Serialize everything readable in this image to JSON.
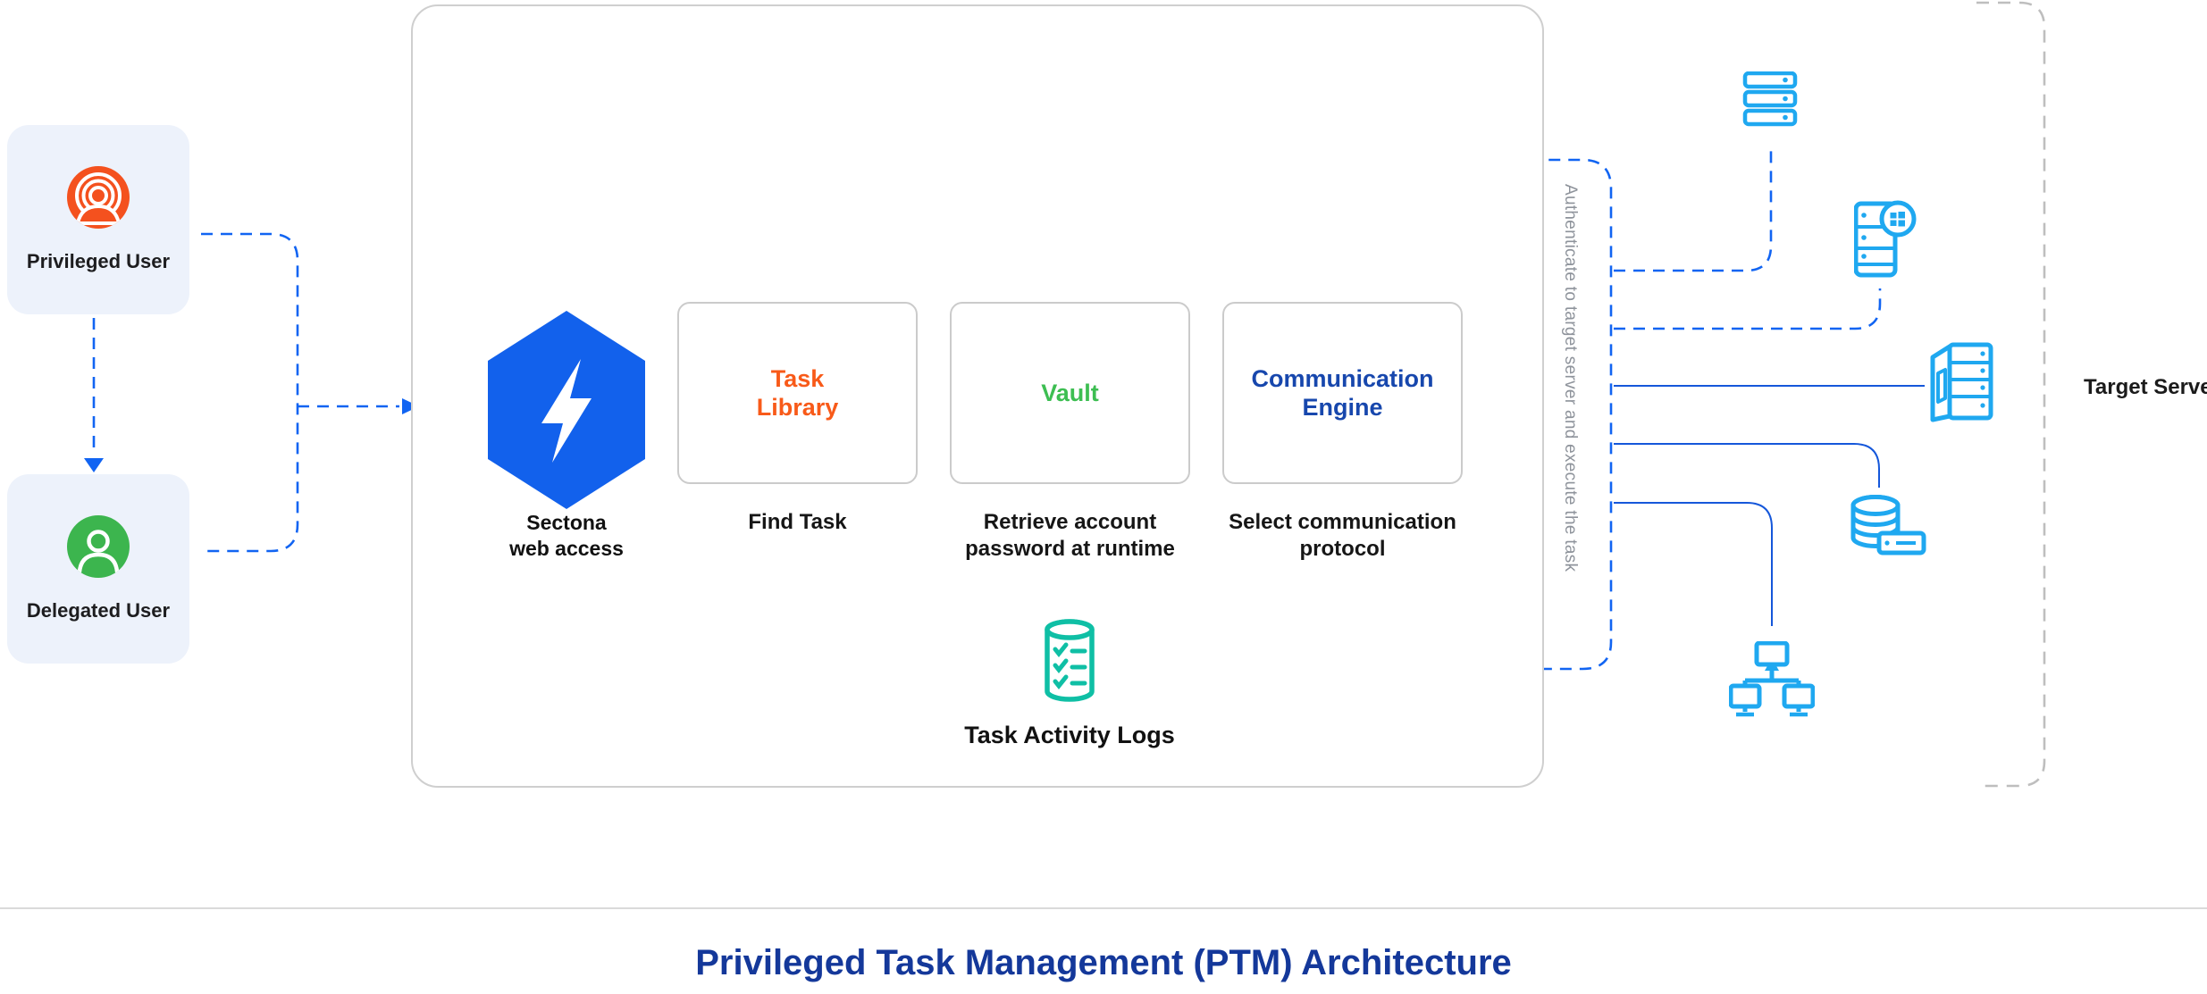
{
  "actors": {
    "privileged": {
      "label": "Privileged User",
      "icon": "privileged-user-icon",
      "icon_color": "#F4511E"
    },
    "delegated": {
      "label": "Delegated User",
      "icon": "delegated-user-icon",
      "icon_color": "#3CB54E"
    }
  },
  "platform": {
    "logo_icon": "sectona-hexagon-bolt-icon",
    "logo_label": "Sectona\nweb access",
    "modules": [
      {
        "title": "Task\nLibrary",
        "title_color": "#F85A19",
        "caption": "Find Task"
      },
      {
        "title": "Vault",
        "title_color": "#3DBE52",
        "caption": "Retrieve account\npassword at runtime"
      },
      {
        "title": "Communication\nEngine",
        "title_color": "#1747AD",
        "caption": "Select communication\nprotocol"
      }
    ],
    "task_logs": {
      "icon": "task-activity-logs-icon",
      "label": "Task Activity Logs",
      "icon_color": "#0FBFA5"
    }
  },
  "flow_note": "Authenticate to target server and execute the task",
  "target": {
    "label": "Target Server",
    "icons": [
      "server-stack-icon",
      "windows-server-icon",
      "tower-server-icon",
      "database-server-icon",
      "workstation-network-icon"
    ],
    "icon_color": "#1FA8F0"
  },
  "footer": {
    "title": "Privileged Task Management (PTM) Architecture",
    "title_color": "#14389A"
  },
  "colors": {
    "dashed_connector": "#1164F2",
    "solid_connector": "#1557DA",
    "boundary_dashed": "#BEBEBE",
    "card_background": "#EDF2FB",
    "hexagon_blue": "#1261EC",
    "note_gray": "#8E939B"
  }
}
